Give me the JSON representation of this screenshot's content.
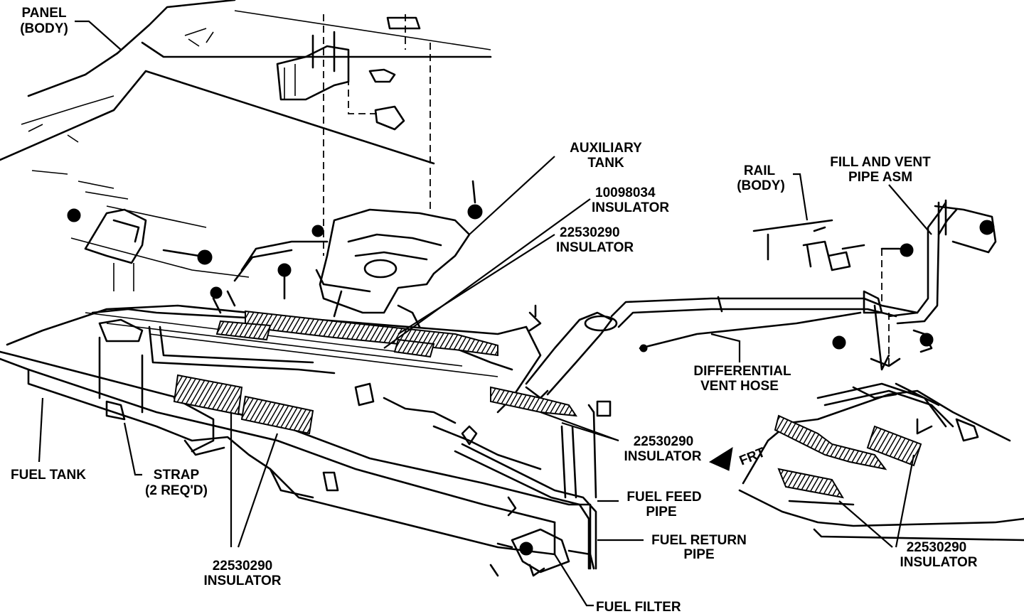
{
  "labels": {
    "panel_body": [
      "PANEL",
      "(BODY)"
    ],
    "auxiliary_tank": [
      "AUXILIARY",
      "TANK"
    ],
    "insulator_10098034": [
      "10098034",
      "INSULATOR"
    ],
    "insulator_22530290_top": [
      "22530290",
      "INSULATOR"
    ],
    "rail_body": [
      "RAIL",
      "(BODY)"
    ],
    "fill_vent_pipe": [
      "FILL AND VENT",
      "PIPE ASM"
    ],
    "differential_vent_hose": [
      "DIFFERENTIAL",
      "VENT HOSE"
    ],
    "insulator_22530290_mid": [
      "22530290",
      "INSULATOR"
    ],
    "fuel_tank": [
      "FUEL TANK"
    ],
    "strap": [
      "STRAP",
      "(2 REQ'D)"
    ],
    "fuel_feed_pipe": [
      "FUEL FEED",
      "PIPE"
    ],
    "fuel_return_pipe": [
      "FUEL RETURN",
      "PIPE"
    ],
    "insulator_22530290_bottom": [
      "22530290",
      "INSULATOR"
    ],
    "insulator_22530290_right": [
      "22530290",
      "INSULATOR"
    ],
    "fuel_filter": [
      "FUEL FILTER"
    ],
    "frt_arrow": "FRT"
  }
}
